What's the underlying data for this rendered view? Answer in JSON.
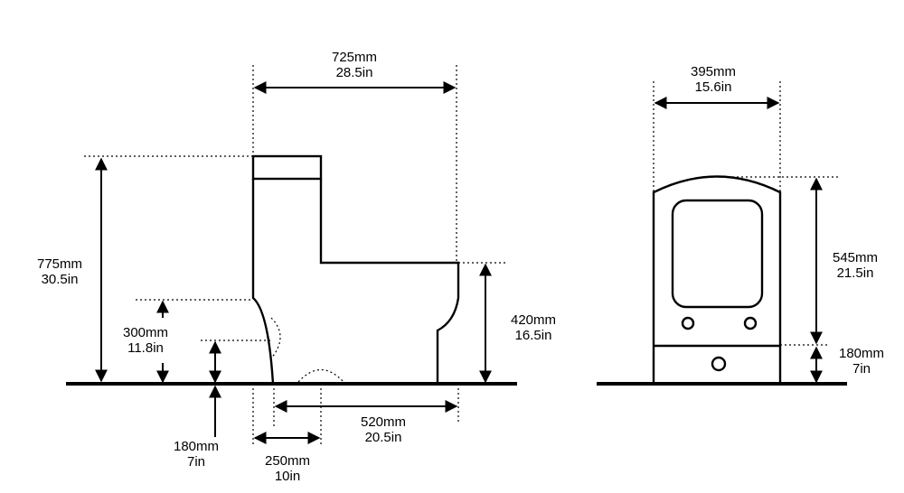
{
  "side_view": {
    "width": {
      "mm": "725mm",
      "in": "28.5in"
    },
    "total_height": {
      "mm": "775mm",
      "in": "30.5in"
    },
    "trap_height": {
      "mm": "300mm",
      "in": "11.8in"
    },
    "seat_height": {
      "mm": "420mm",
      "in": "16.5in"
    },
    "rough_in": {
      "mm": "180mm",
      "in": "7in"
    },
    "base_length": {
      "mm": "520mm",
      "in": "20.5in"
    },
    "outlet_offset": {
      "mm": "250mm",
      "in": "10in"
    }
  },
  "front_view": {
    "width": {
      "mm": "395mm",
      "in": "15.6in"
    },
    "tank_height": {
      "mm": "545mm",
      "in": "21.5in"
    },
    "base_height": {
      "mm": "180mm",
      "in": "7in"
    }
  }
}
